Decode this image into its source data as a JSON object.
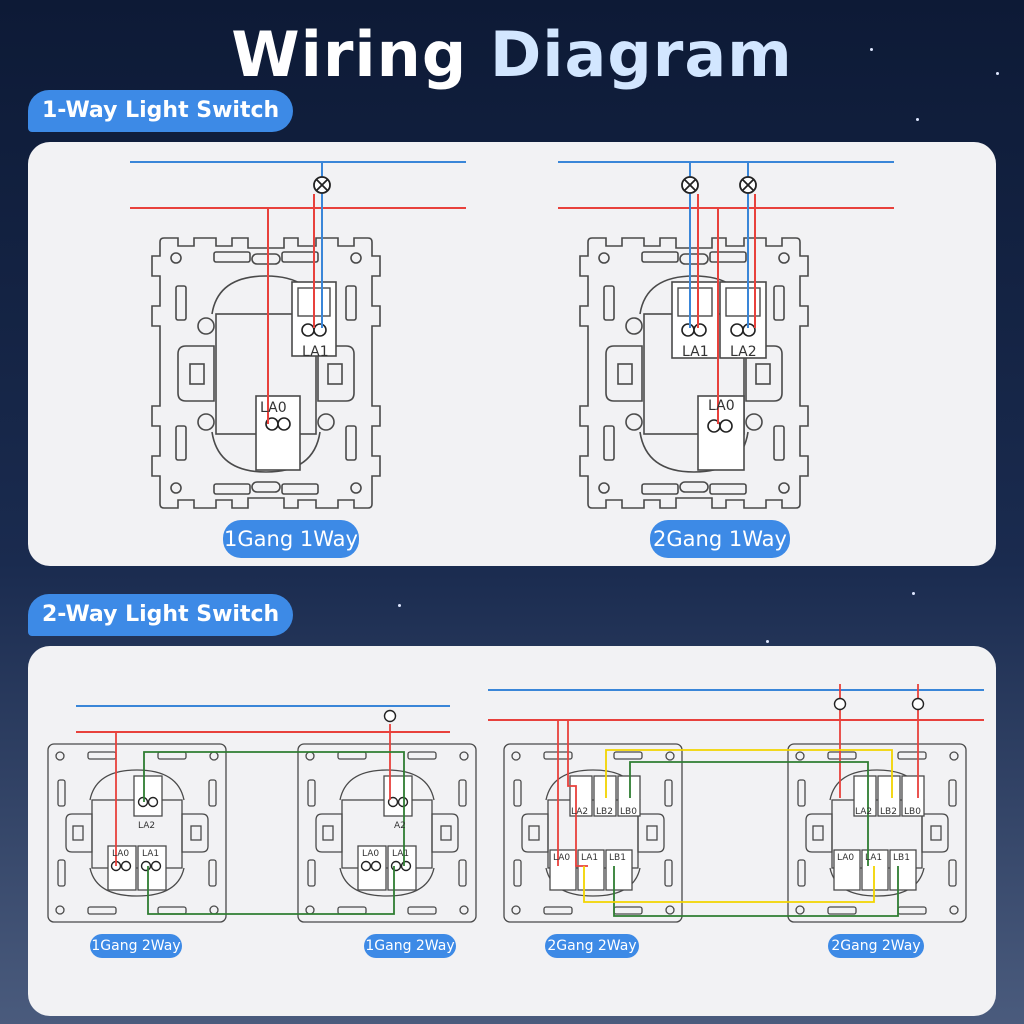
{
  "title": {
    "part1": "Wiring",
    "part2": "Diagram"
  },
  "sections": {
    "one_way": {
      "label": "1-Way Light Switch",
      "diagrams": [
        {
          "badge": "1Gang 1Way",
          "terminals": [
            "LA1",
            "LA0"
          ]
        },
        {
          "badge": "2Gang 1Way",
          "terminals": [
            "LA1",
            "LA2",
            "LA0"
          ]
        }
      ]
    },
    "two_way": {
      "label": "2-Way Light Switch",
      "diagrams": [
        {
          "badge": "1Gang 2Way",
          "terminals": [
            "LA2",
            "LA0",
            "LA1"
          ]
        },
        {
          "badge": "1Gang 2Way",
          "terminals": [
            "A2",
            "LA0",
            "LA1"
          ]
        },
        {
          "badge": "2Gang 2Way",
          "terminals": [
            "LA2",
            "LB2",
            "LB0",
            "LA0",
            "LA1",
            "LB1"
          ]
        },
        {
          "badge": "2Gang 2Way",
          "terminals": [
            "LA2",
            "LB2",
            "LB0",
            "LA0",
            "LA1",
            "LB1"
          ]
        }
      ]
    }
  },
  "colors": {
    "neutral": "#3a86d8",
    "live": "#e8413c",
    "traveler_a": "#2f7d32",
    "traveler_b": "#f2d400",
    "badge": "#3d8ae6"
  }
}
